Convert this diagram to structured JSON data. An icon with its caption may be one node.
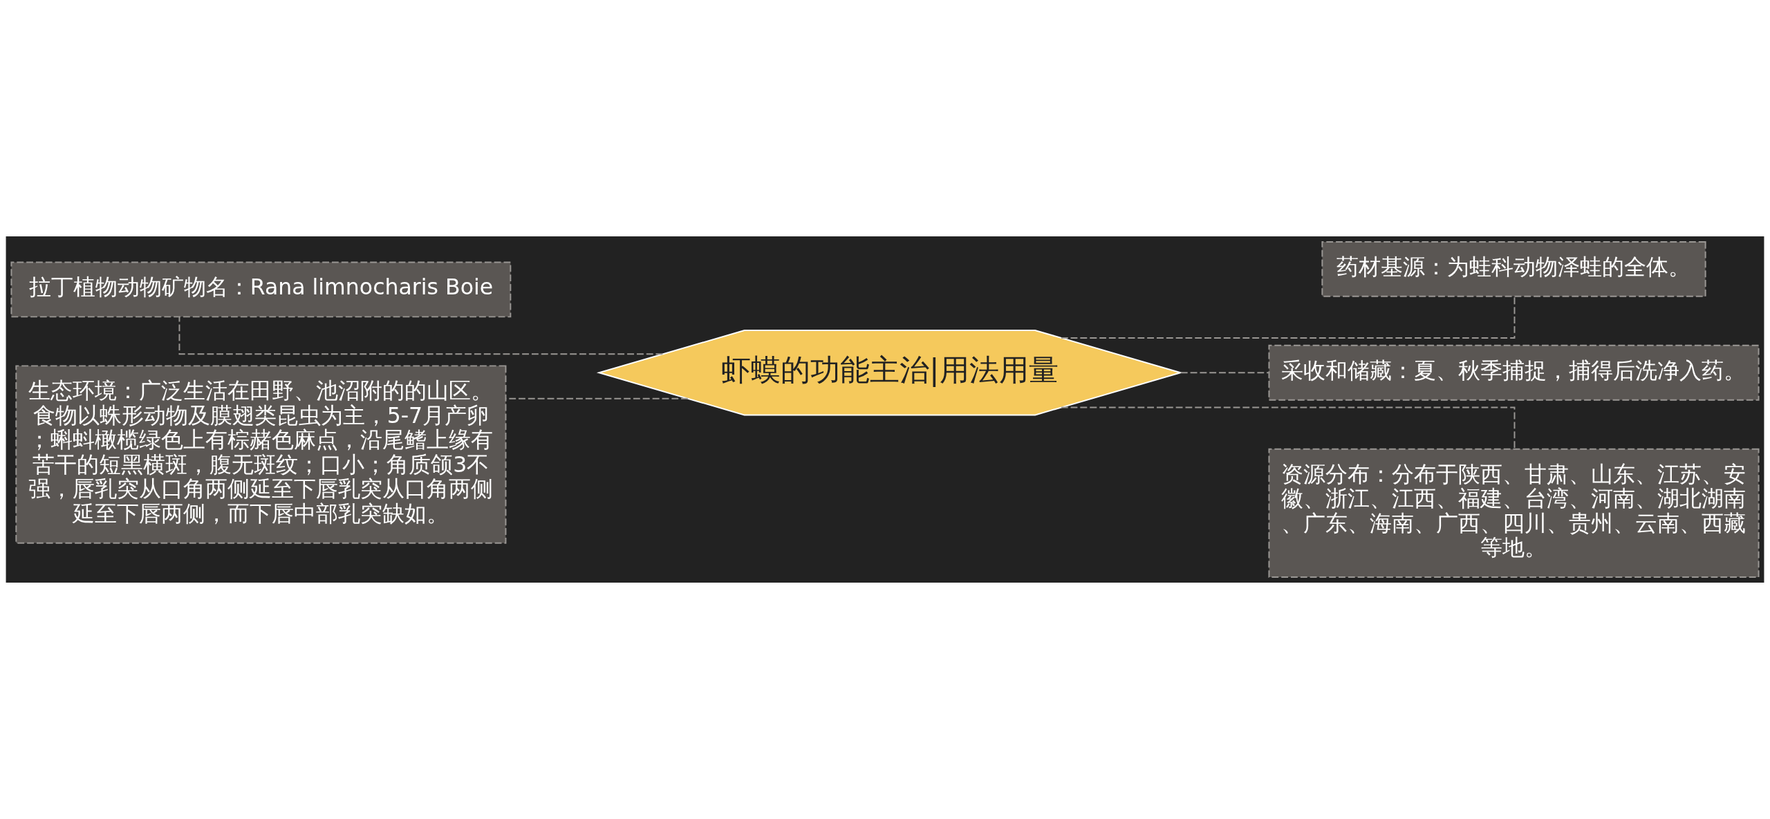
{
  "diagram": {
    "nodes": [
      {
        "text": [
          "虾蟆的功能主治|用法用量"
        ]
      },
      {
        "text": [
          "拉丁植物动物矿物名：Rana limnocharis Boie"
        ]
      },
      {
        "text": [
          "生态环境：广泛生活在田野、池沼附的的山区。食物以蛛形动物及膜翅类昆虫为主，5-7月产卵；蝌蚪橄榄绿色上有棕赭色麻点，沿尾鳍上缘有苦干的短黑横斑，腹无斑纹；口小；角质颌3不强，唇乳突从口角两侧延至下唇乳突从口角两侧延至下唇两侧，而下唇中部乳突缺如。"
        ]
      },
      {
        "text": [
          "药材基源：为蛙科动物泽蛙的全体。"
        ]
      },
      {
        "text": [
          "采收和储藏：夏、秋季捕捉，捕得后洗净入药。"
        ]
      },
      {
        "text": [
          "资源分布：分布于陕西、甘肃、山东、江苏、安徽、浙江、江西、福建、台湾、河南、湖北湖南、广东、海南、广西、四川、贵州、云南、西藏等地。"
        ]
      }
    ],
    "edges": [
      {
        "from": 0,
        "to": 1,
        "arrow": "none",
        "style": "dashed"
      },
      {
        "from": 0,
        "to": 2,
        "arrow": "none",
        "style": "dashed"
      },
      {
        "from": 0,
        "to": 3,
        "arrow": "none",
        "style": "dashed"
      },
      {
        "from": 0,
        "to": 4,
        "arrow": "none",
        "style": "dashed"
      },
      {
        "from": 0,
        "to": 5,
        "arrow": "none",
        "style": "dashed"
      }
    ]
  }
}
